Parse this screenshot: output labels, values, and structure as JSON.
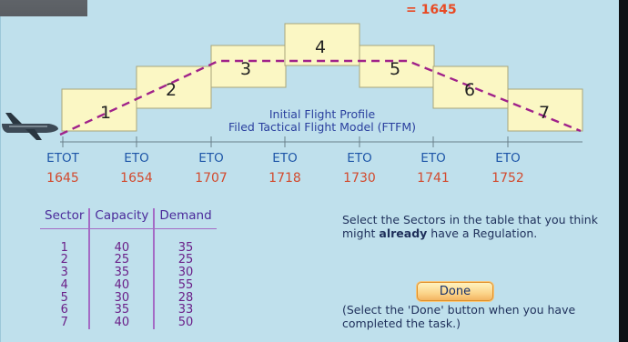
{
  "header": {
    "equation": "= 1645"
  },
  "profile": {
    "sectors": [
      "1",
      "2",
      "3",
      "4",
      "5",
      "6",
      "7"
    ],
    "title_line1": "Initial Flight Profile",
    "title_line2": "Filed Tactical Flight Model (FTFM)"
  },
  "timeline": [
    {
      "label": "ETOT",
      "time": "1645"
    },
    {
      "label": "ETO",
      "time": "1654"
    },
    {
      "label": "ETO",
      "time": "1707"
    },
    {
      "label": "ETO",
      "time": "1718"
    },
    {
      "label": "ETO",
      "time": "1730"
    },
    {
      "label": "ETO",
      "time": "1741"
    },
    {
      "label": "ETO",
      "time": "1752"
    }
  ],
  "table": {
    "headers": [
      "Sector",
      "Capacity",
      "Demand"
    ],
    "rows": [
      [
        "1",
        "40",
        "35"
      ],
      [
        "2",
        "25",
        "25"
      ],
      [
        "3",
        "35",
        "30"
      ],
      [
        "4",
        "40",
        "55"
      ],
      [
        "5",
        "30",
        "28"
      ],
      [
        "6",
        "35",
        "33"
      ],
      [
        "7",
        "40",
        "50"
      ]
    ]
  },
  "instructions": {
    "pre": "Select the Sectors in the table that you think might ",
    "bold": "already",
    "post": " have a Regulation."
  },
  "done_button": "Done",
  "note": "(Select the 'Done' button when you have completed the task.)",
  "colors": {
    "accent": "#e84a24",
    "box": "#fbf7c4",
    "profile_line": "#a0228a",
    "panel": "#bfe0ec"
  }
}
